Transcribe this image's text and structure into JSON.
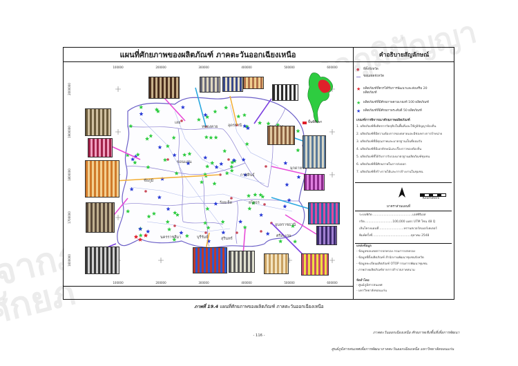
{
  "map": {
    "title": "แผนที่ศักยภาพของผลิตภัณฑ์ ภาคตะวันออกเฉียงเหนือ",
    "legend_title": "คำอธิบายสัญลักษณ์",
    "x_ticks": [
      "100000",
      "200000",
      "300000",
      "400000",
      "500000",
      "600000"
    ],
    "y_ticks": [
      "2000000",
      "1900000",
      "1800000",
      "1700000",
      "1600000"
    ],
    "places": [
      "เลย",
      "หนองคาย",
      "อุดรธานี",
      "สกลนคร",
      "นครพนม",
      "ขอนแก่น",
      "มุกดาหาร",
      "กาฬสินธุ์",
      "ชัยภูมิ",
      "ร้อยเอ็ด",
      "ยโสธร",
      "อุบลราชธานี",
      "นครราชสีมา",
      "บุรีรัมย์",
      "สุรินทร์",
      "ศรีสะเกษ"
    ],
    "colors": {
      "province_line": "#8a7fd0",
      "road_line": "#9aa7e6",
      "red_star": "#e0202a",
      "green_star": "#2ecc40",
      "blue_star": "#2a3cd6",
      "place_dot": "#c94a5a"
    }
  },
  "legend": {
    "items": [
      {
        "icon": "place-dot-icon",
        "text": "ที่ตั้งจังหวัด"
      },
      {
        "icon": "boundary-line-icon",
        "text": "ขอบเขตจังหวัด"
      },
      {
        "icon": "red-star-icon",
        "text": "ผลิตภัณฑ์ที่ควรได้รับการพัฒนาและส่งเสริม 20 ผลิตภัณฑ์"
      },
      {
        "icon": "green-star-icon",
        "text": "ผลิตภัณฑ์ที่มีศักยภาพตามเกณฑ์ 100 ผลิตภัณฑ์"
      },
      {
        "icon": "blue-star-icon",
        "text": "ผลิตภัณฑ์ที่มีศักยภาพระดับดี 50 ผลิตภัณฑ์"
      }
    ],
    "inset_caption": "พื้นที่ศึกษา",
    "criteria_title": "เกณฑ์การพิจารณาศักยภาพผลิตภัณฑ์",
    "criteria": [
      "1. ผลิตภัณฑ์ที่ผลิตจากวัตถุดิบในพื้นที่และใช้ภูมิปัญญาท้องถิ่น",
      "2. ผลิตภัณฑ์ที่มีความต้องการของตลาดและมีช่องทางการจำหน่าย",
      "3. ผลิตภัณฑ์ที่มีคุณภาพและมาตรฐานเป็นที่ยอมรับ",
      "4. ผลิตภัณฑ์ที่มีเอกลักษณ์และเรื่องราวของท้องถิ่น",
      "5. ผลิตภัณฑ์ที่ได้รับการรับรองมาตรฐานผลิตภัณฑ์ชุมชน",
      "6. ผลิตภัณฑ์ที่มีศักยภาพในการส่งออก",
      "7. ผลิตภัณฑ์ที่สร้างรายได้และการจ้างงานในชุมชน"
    ],
    "north_label": "N",
    "kilometers": "Kilometers",
    "scale_caption": "มาตราส่วนแผนที่",
    "projection": [
      "ระบบพิกัด .........................................เอสพีจีเอส",
      "กริด.............................100,000 เมตร UTM โซน 48 Q",
      "เส้นโครงแผนที่..........................ทรานสเวอร์สเมอร์เคเตอร์",
      "พิมพ์ครั้งที่........................................ตุลาคม 2548"
    ],
    "sources_title": "แหล่งข้อมูล",
    "sources": [
      "- ข้อมูลขอบเขตการปกครอง กรมการปกครอง",
      "- ข้อมูลที่ตั้งผลิตภัณฑ์ สำนักงานพัฒนาชุมชนจังหวัด",
      "- ข้อมูลทะเบียนผลิตภัณฑ์ OTOP กรมการพัฒนาชุมชน",
      "- ภาพถ่ายผลิตภัณฑ์จากการสำรวจภาคสนาม"
    ],
    "producer_title": "จัดทำโดย",
    "producer": [
      "- ศูนย์ภูมิสารสนเทศ",
      "- มหาวิทยาลัยขอนแก่น"
    ]
  },
  "caption": {
    "prefix": "ภาพที่ 19.4",
    "text": "แผนที่ศักยภาพของผลิตภัณฑ์ ภาคตะวันออกเฉียงเหนือ"
  },
  "footer": {
    "page_number": "- 116 -",
    "right_top": "ภาคตะวันออกเฉียงเหนือ ศักยภาพเชิงพื้นที่เพื่อการพัฒนา",
    "right_bottom": "ศูนย์ภูมิสารสนเทศเพื่อการพัฒนาภาคตะวันออกเฉียงเหนือ มหาวิทยาลัยขอนแก่น"
  }
}
